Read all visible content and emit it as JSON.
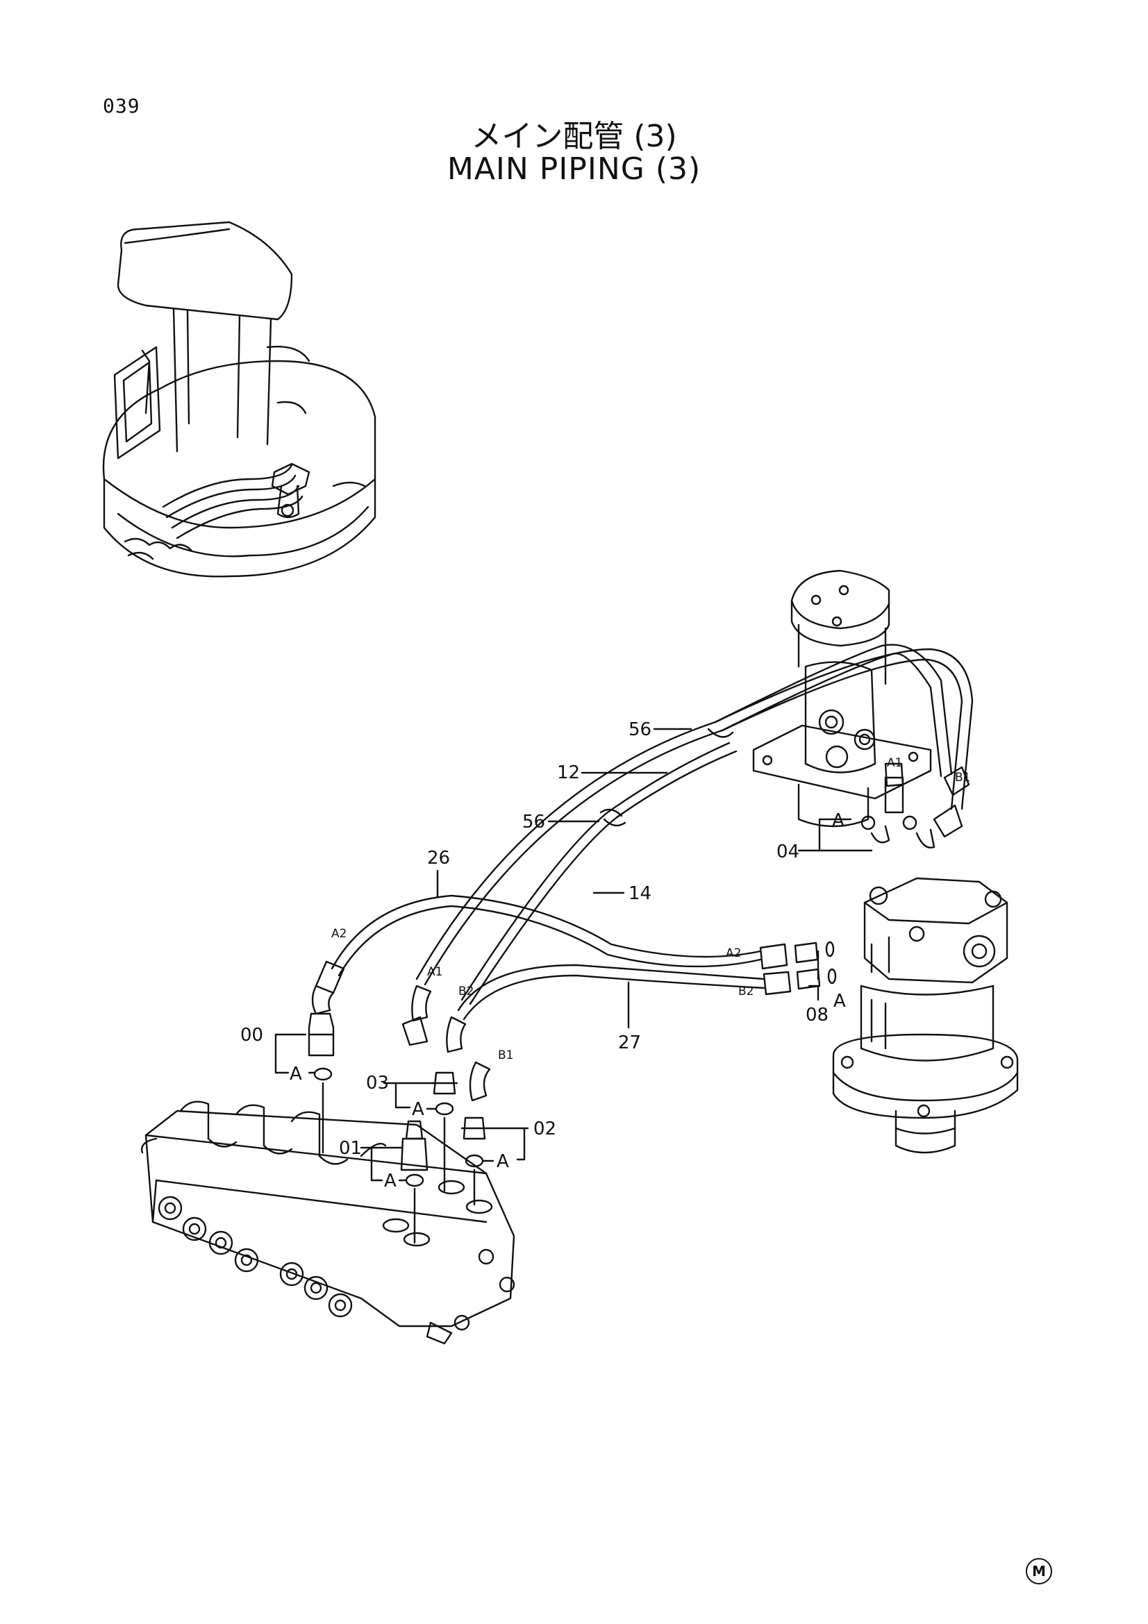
{
  "page_number": "039",
  "title_jp": "メイン配管 (3)",
  "title_en": "MAIN PIPING (3)",
  "part_labels": {
    "p00": "00",
    "p01": "01",
    "p02": "02",
    "p03": "03",
    "p04": "04",
    "p08": "08",
    "p12": "12",
    "p14": "14",
    "p26": "26",
    "p27": "27",
    "p56a": "56",
    "p56b": "56"
  },
  "detail_labels": {
    "a_00": "A",
    "a_03": "A",
    "a_01": "A",
    "a_02": "A",
    "a_04": "A",
    "a_08": "A"
  },
  "port_labels": {
    "cv_a2": "A2",
    "cv_a1": "A1",
    "cv_b2": "B2",
    "cv_b1": "B1",
    "sj_a1": "A1",
    "sj_b1": "B1",
    "mt_a2": "A2",
    "mt_b2": "B2"
  },
  "corner_mark": "M"
}
